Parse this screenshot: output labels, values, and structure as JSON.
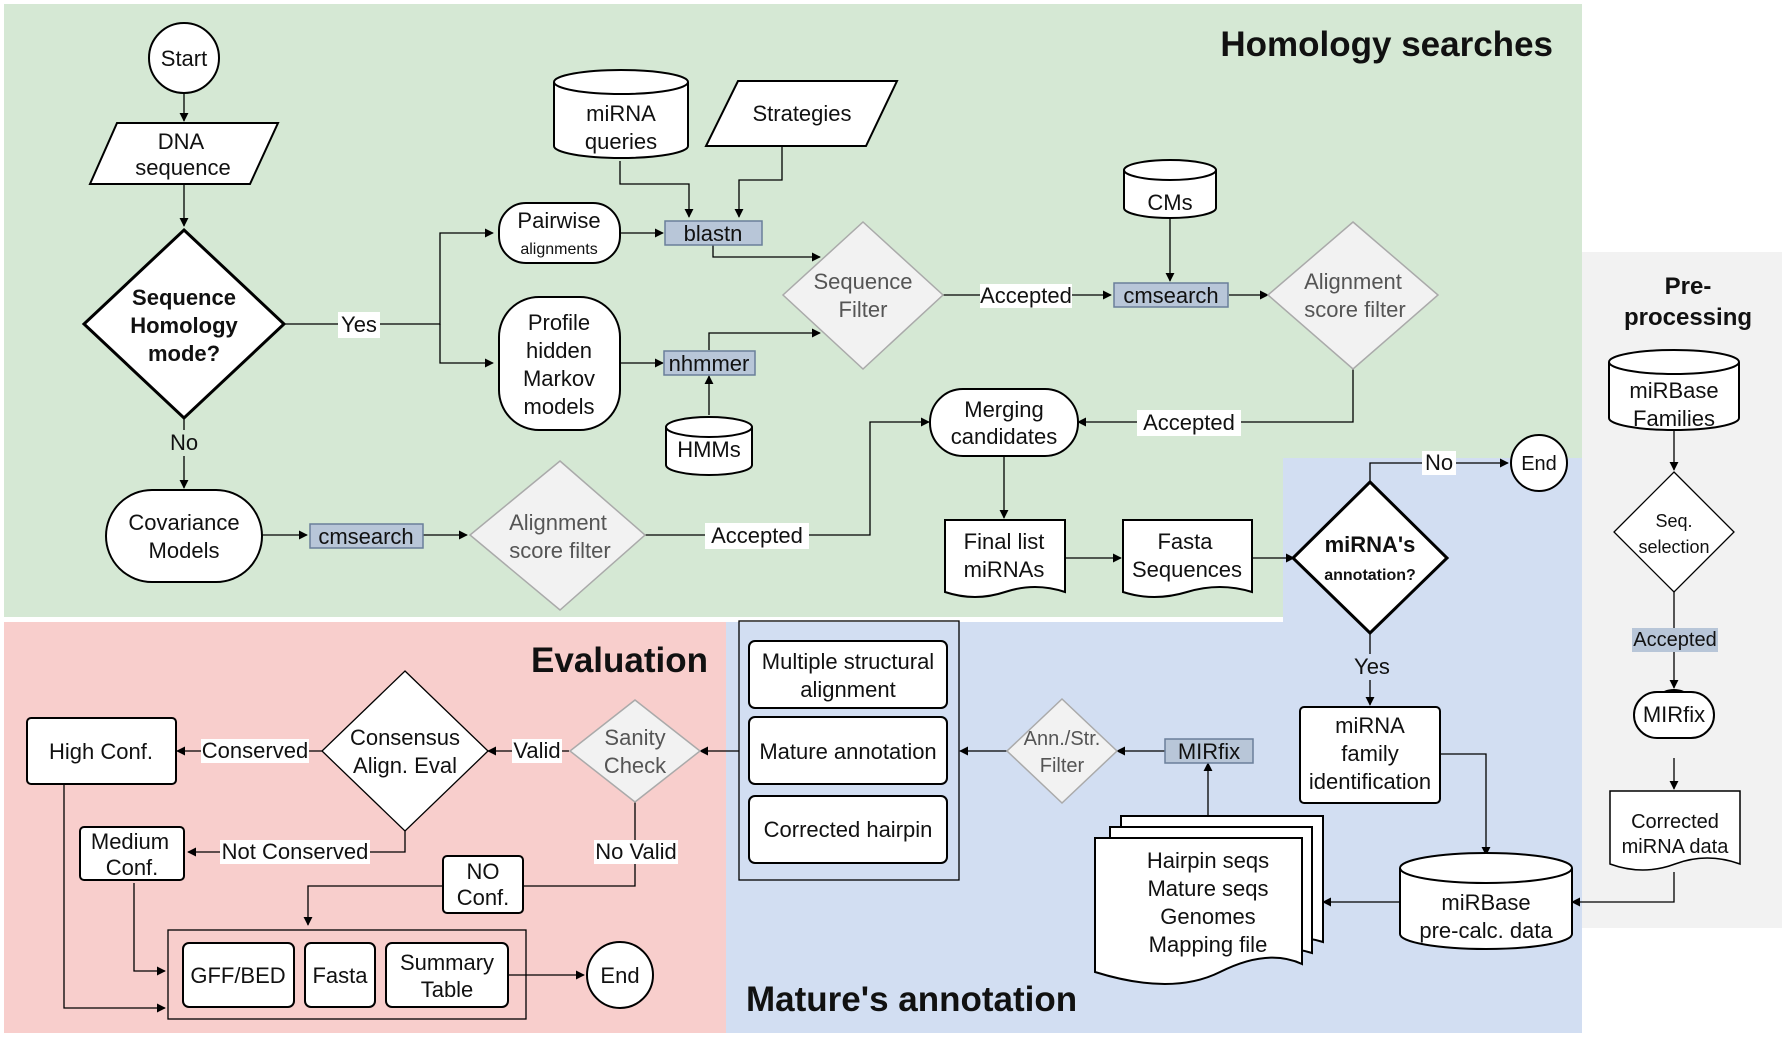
{
  "regions": {
    "homology": "Homology searches",
    "evaluation": "Evaluation",
    "mature": "Mature's annotation",
    "preprocessing": [
      "Pre-",
      "processing"
    ]
  },
  "colors": {
    "homology_bg": "#d5e8d4",
    "evaluation_bg": "#f8cecc",
    "mature_bg": "#d2def2",
    "preprocessing_bg": "#f2f2f2",
    "tool_fill": "#b8c6d8"
  },
  "nodes": {
    "start": "Start",
    "dna": [
      "DNA",
      "sequence"
    ],
    "homology_mode": [
      "Sequence",
      "Homology",
      "mode?"
    ],
    "mirna_queries": [
      "miRNA",
      "queries"
    ],
    "strategies": "Strategies",
    "pairwise": [
      "Pairwise",
      "alignments"
    ],
    "blastn": "blastn",
    "profile_hmm": [
      "Profile",
      "hidden",
      "Markov",
      "models"
    ],
    "nhmmer": "nhmmer",
    "hmms": "HMMs",
    "sequence_filter": [
      "Sequence",
      "Filter"
    ],
    "cms": "CMs",
    "cmsearch_top": "cmsearch",
    "align_score_top": [
      "Alignment",
      "score filter"
    ],
    "merging": [
      "Merging",
      "candidates"
    ],
    "covariance": [
      "Covariance",
      "Models"
    ],
    "cmsearch_bottom": "cmsearch",
    "align_score_bottom": [
      "Alignment",
      "score filter"
    ],
    "final_list": [
      "Final list",
      "miRNAs"
    ],
    "fasta_seqs": [
      "Fasta",
      "Sequences"
    ],
    "mirna_annotation": [
      "miRNA's",
      "annotation?"
    ],
    "end_top": "End",
    "mirna_family": [
      "miRNA",
      "family",
      "identification"
    ],
    "mirbase_precalc": [
      "miRBase",
      "pre-calc. data"
    ],
    "mirbase_families": [
      "miRBase",
      "Families"
    ],
    "seq_selection": [
      "Seq.",
      "selection"
    ],
    "mirfix_pre": "MIRfix",
    "corrected_mirna": [
      "Corrected",
      "miRNA data"
    ],
    "input_files": [
      "Hairpin seqs",
      "Mature seqs",
      "Genomes",
      "Mapping file"
    ],
    "mirfix_tool": "MIRfix",
    "ann_str_filter": [
      "Ann./Str.",
      "Filter"
    ],
    "multiple_structural": [
      "Multiple structural",
      "alignment"
    ],
    "mature_annotation": "Mature annotation",
    "corrected_hairpin": "Corrected hairpin",
    "sanity_check": [
      "Sanity",
      "Check"
    ],
    "consensus": [
      "Consensus",
      "Align. Eval"
    ],
    "high_conf": "High Conf.",
    "medium_conf": [
      "Medium",
      "Conf."
    ],
    "no_conf": [
      "NO",
      "Conf."
    ],
    "gff_bed": "GFF/BED",
    "fasta_out": "Fasta",
    "summary": [
      "Summary",
      "Table"
    ],
    "end_bottom": "End"
  },
  "edge_labels": {
    "yes": "Yes",
    "no": "No",
    "accepted_1": "Accepted",
    "accepted_2": "Accepted",
    "accepted_3": "Accepted",
    "no_end": "No",
    "yes_family": "Yes",
    "accepted_pre": "Accepted",
    "valid": "Valid",
    "no_valid": "No Valid",
    "conserved": "Conserved",
    "not_conserved": "Not Conserved"
  }
}
